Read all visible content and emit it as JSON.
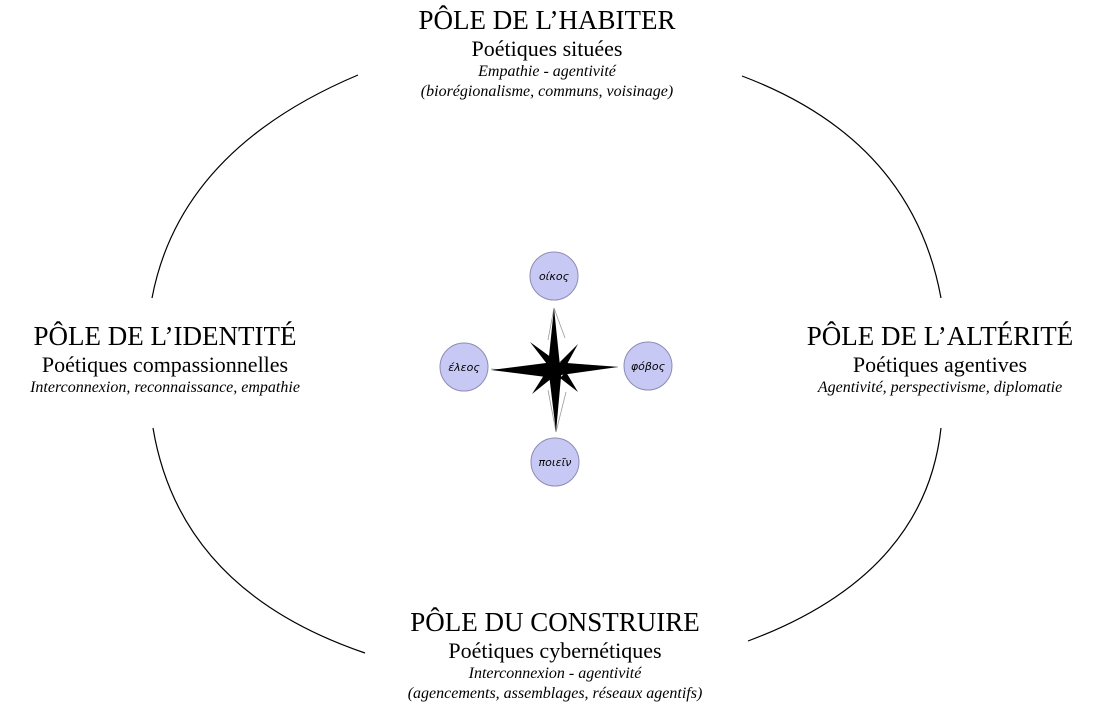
{
  "poles": {
    "top": {
      "title": "PÔLE DE L’HABITER",
      "subtitle": "Poétiques situées",
      "keywords": "Empathie - agentivité",
      "detail": "(biorégionalisme, communs, voisinage)"
    },
    "left": {
      "title": "PÔLE DE L’IDENTITÉ",
      "subtitle": "Poétiques compassionnelles",
      "keywords": "Interconnexion, reconnaissance, empathie"
    },
    "right": {
      "title": "PÔLE DE L’ALTÉRITÉ",
      "subtitle": "Poétiques agentives",
      "keywords": "Agentivité, perspectivisme, diplomatie"
    },
    "bottom": {
      "title": "PÔLE DU CONSTRUIRE",
      "subtitle": "Poétiques cybernétiques",
      "keywords": "Interconnexion - agentivité",
      "detail": "(agencements, assemblages, réseaux agentifs)"
    }
  },
  "compass": {
    "nodes": {
      "north": "οίκος",
      "west": "έλεος",
      "east": "φόβος",
      "south": "ποιεῖν"
    },
    "node_fill": "#c8c8f5",
    "node_stroke": "#8c8cb4"
  }
}
